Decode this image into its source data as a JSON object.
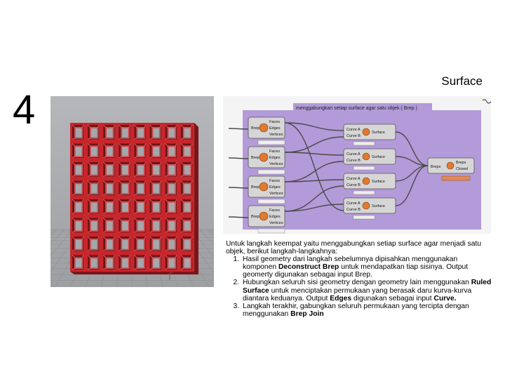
{
  "slide_number": "4",
  "title": "Surface",
  "canvas": {
    "header_note": "menggabungkan setiap surface agar satu objek ( Brep )",
    "components": {
      "deconstruct_brep": {
        "input": "Brep",
        "out_faces": "Faces",
        "out_edges": "Edges",
        "out_vertices": "Vertices"
      },
      "ruled_surface": {
        "in_a": "Curve A",
        "in_b": "Curve B",
        "output": "Surface"
      },
      "brep_join": {
        "input": "Breps",
        "out_breps": "Breps",
        "out_closed": "Closed"
      }
    }
  },
  "text": {
    "intro": "Untuk langkah keempat yaitu menggabungkan setiap surface agar menjadi satu objek, berikut langkah-langkahnya:",
    "steps": [
      {
        "a": "Hasil geometry dari langkah sebelumnya dipisahkan menggunakan komponen ",
        "b": "Deconstruct Brep",
        "c": " untuk mendapatkan tiap sisinya. Output geomerty digunakan sebagai input Brep."
      },
      {
        "a": "Hubungkan seluruh sisi geometry dengan geometry lain menggunakan ",
        "b": "Ruled Surface",
        "c": " untuk menciptakan permukaan yang berasak daru kurva-kurva diantara keduanya. Output ",
        "d": "Edges",
        "e": " digunakan sebagai input ",
        "f": "Curve."
      },
      {
        "a": "Langkah terakhir, gabungkan seluruh permukaan yang tercipta dengan menggunakan ",
        "b": "Brep Join"
      }
    ]
  },
  "colors": {
    "grid_red": "#c8262c",
    "canvas_purple": "#b39ad8",
    "background": "#ffffff"
  }
}
